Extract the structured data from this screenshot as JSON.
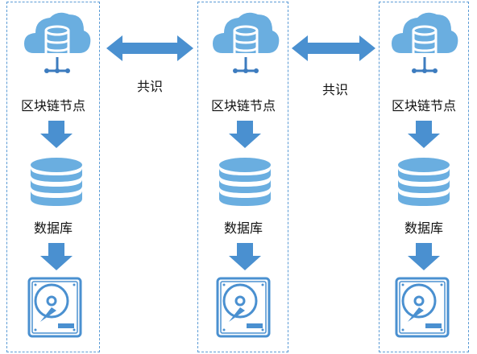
{
  "nodes": [
    {
      "title": "区块链节点",
      "db_label": "数据库"
    },
    {
      "title": "区块链节点",
      "db_label": "数据库"
    },
    {
      "title": "区块链节点",
      "db_label": "数据库"
    }
  ],
  "consensus": [
    {
      "label": "共识"
    },
    {
      "label": "共识"
    }
  ],
  "colors": {
    "accent": "#5b9bd5",
    "cloud": "#6aaee0",
    "dark": "#3d7cbf",
    "border": "#5b9bd5"
  },
  "icons": [
    "cloud-database-icon",
    "database-icon",
    "hard-disk-icon",
    "down-arrow-icon",
    "double-arrow-icon"
  ]
}
